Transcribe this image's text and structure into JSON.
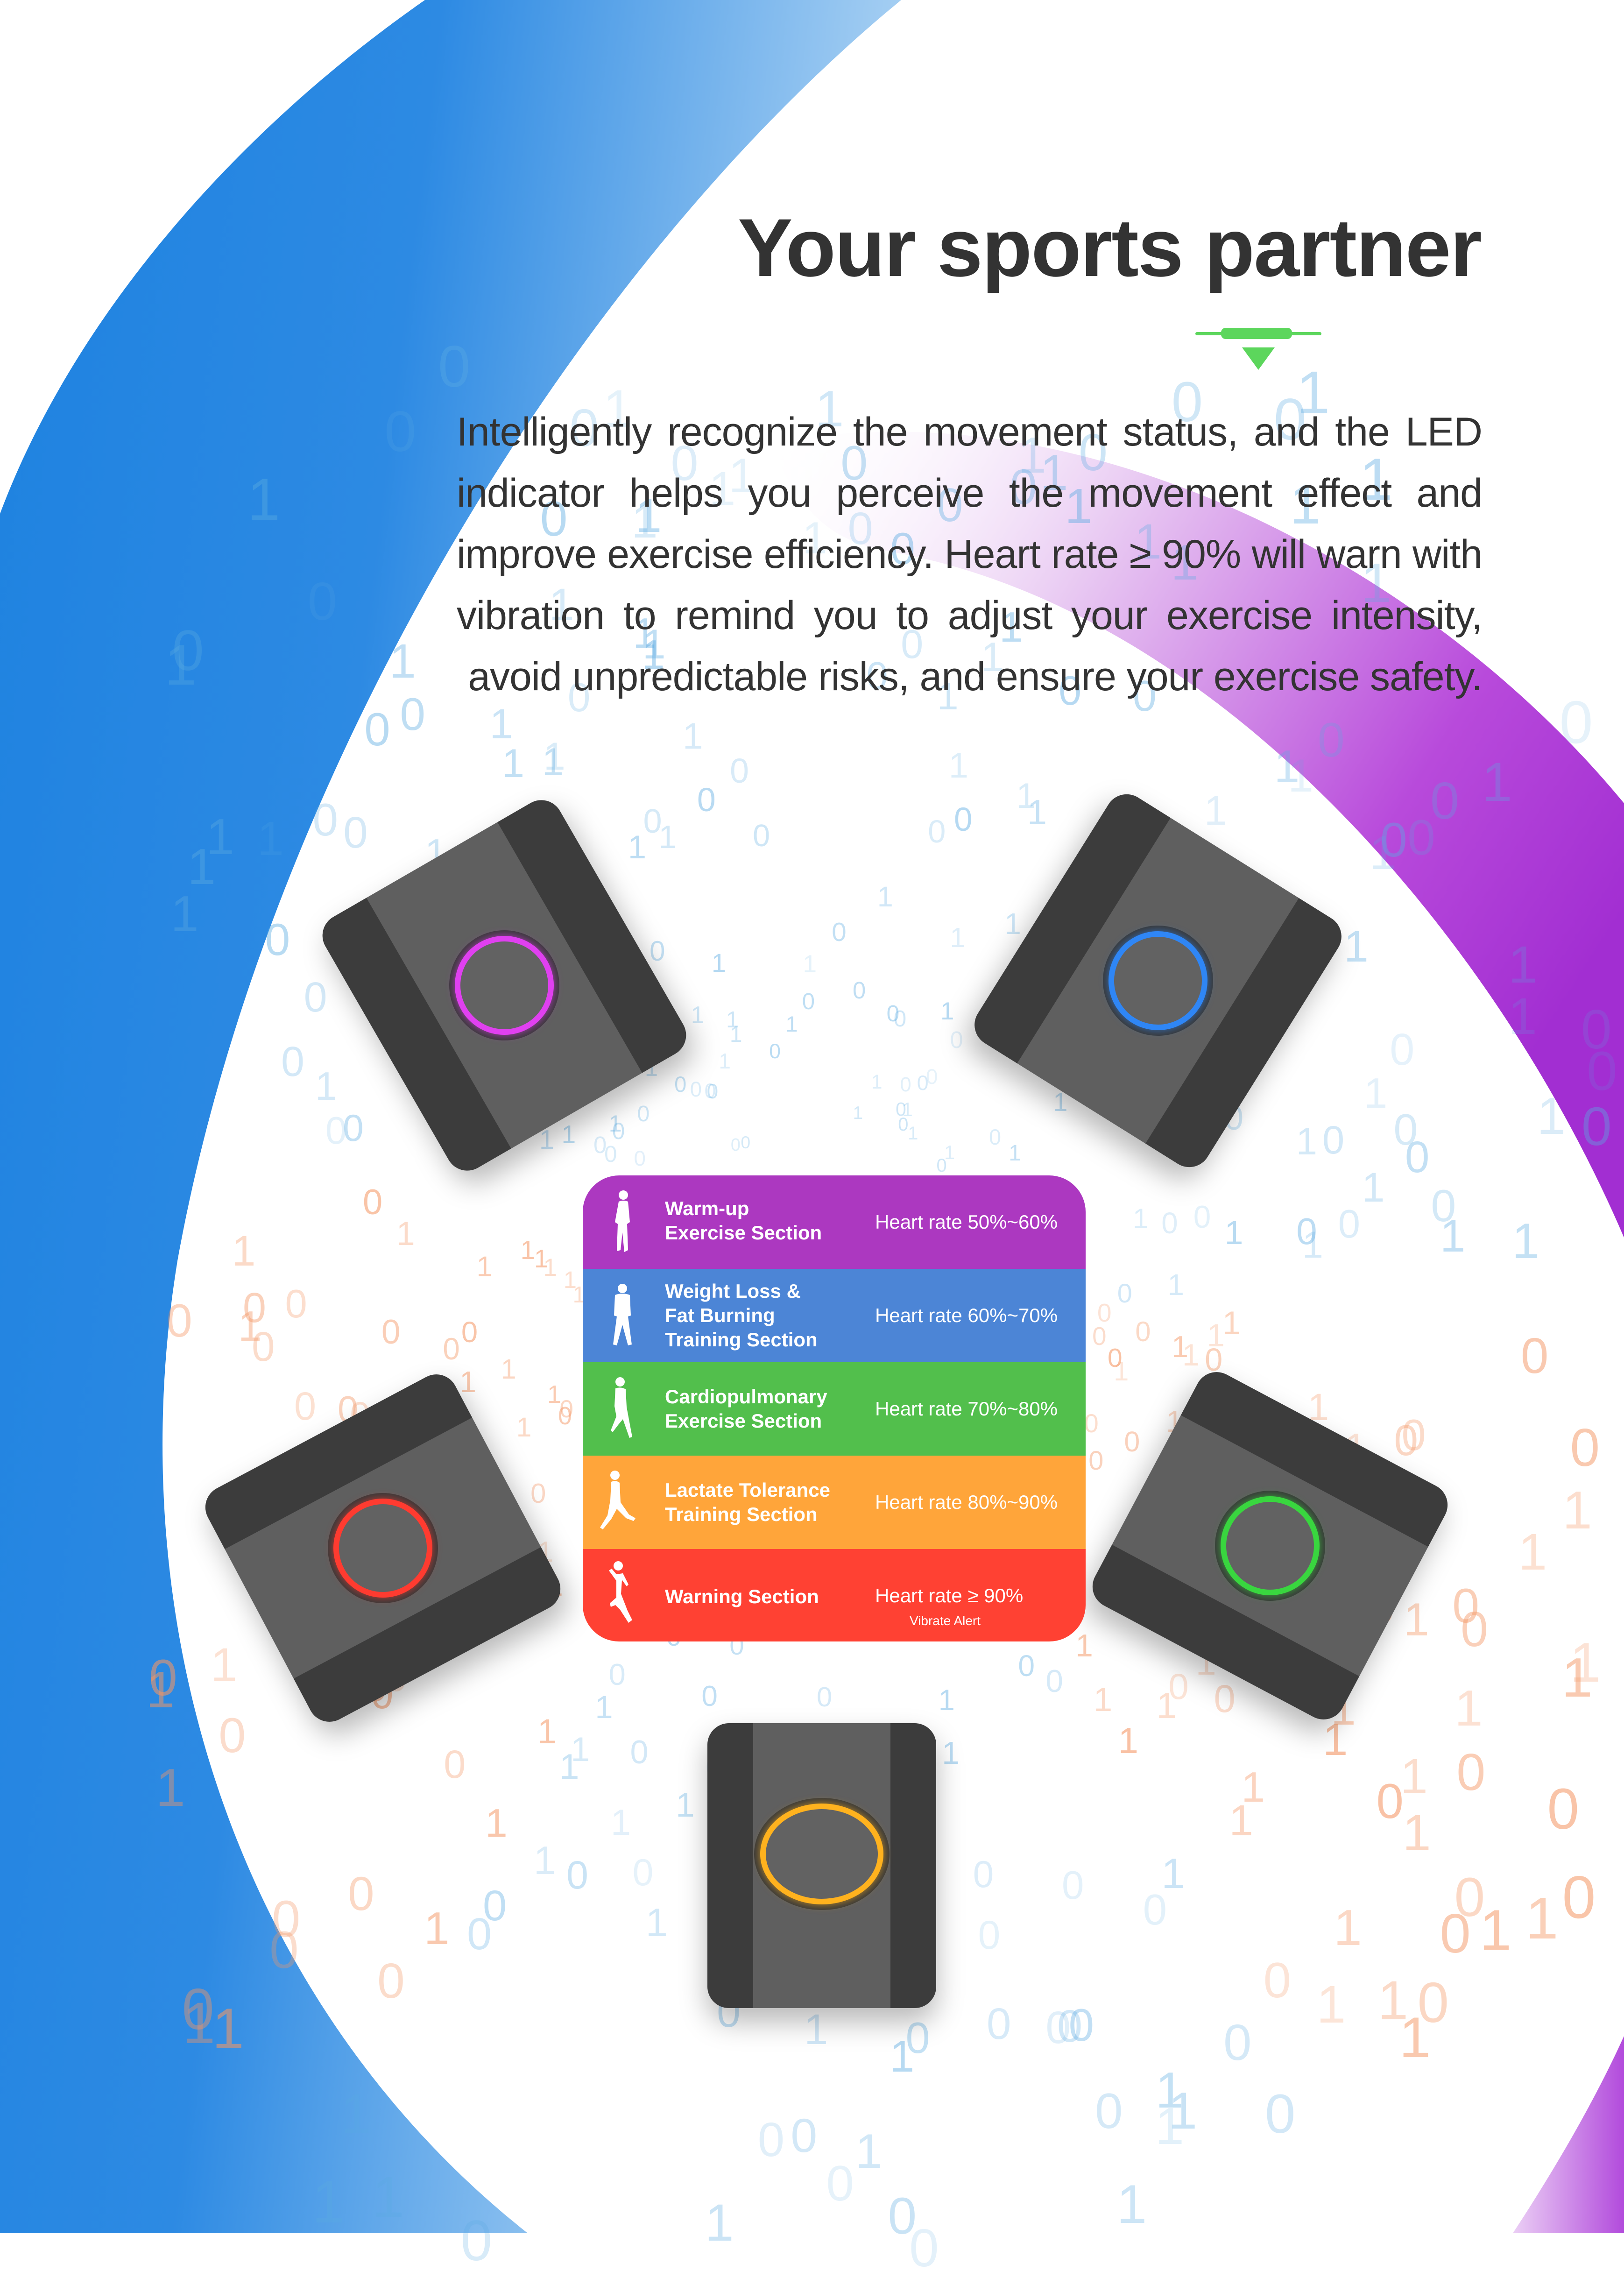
{
  "header": {
    "title": "Your sports partner",
    "accent_color": "#5CD65C"
  },
  "description": "Intelligently recognize the movement status, and the LED indicator helps you perceive the movement effect and improve exercise efficiency. Heart rate ≥ 90% will warn with vibration to remind you to adjust your exercise intensity, avoid unpredictable risks, and ensure your exercise safety.",
  "devices": [
    {
      "name": "device-purple-led",
      "led_color": "#E040F0"
    },
    {
      "name": "device-blue-led",
      "led_color": "#2F86F5"
    },
    {
      "name": "device-red-led",
      "led_color": "#FF3B30"
    },
    {
      "name": "device-green-led",
      "led_color": "#39D63F"
    },
    {
      "name": "device-yellow-led",
      "led_color": "#FFB21E"
    }
  ],
  "zones": [
    {
      "icon": "walking-figure-icon",
      "label_lines": [
        "Warm-up",
        "Exercise Section"
      ],
      "heart_rate": "Heart rate 50%~60%",
      "color": "#AC38C0"
    },
    {
      "icon": "standing-figure-icon",
      "label_lines": [
        "Weight Loss &",
        "Fat Burning",
        "Training Section"
      ],
      "heart_rate": "Heart rate 60%~70%",
      "color": "#4C85D6"
    },
    {
      "icon": "jogging-figure-icon",
      "label_lines": [
        "Cardiopulmonary",
        "Exercise Section"
      ],
      "heart_rate": "Heart rate 70%~80%",
      "color": "#52BF4C"
    },
    {
      "icon": "running-figure-icon",
      "label_lines": [
        "Lactate Tolerance",
        "Training Section"
      ],
      "heart_rate": "Heart rate 80%~90%",
      "color": "#FFA53A"
    },
    {
      "icon": "sprinting-figure-icon",
      "label_lines": [
        "Warning Section"
      ],
      "heart_rate": "Heart rate ≥ 90%",
      "note": "Vibrate Alert",
      "color": "#FF4133"
    }
  ],
  "background": {
    "blue_arc_color": "#1E82E0",
    "purple_arc_color": "#A934D6"
  }
}
